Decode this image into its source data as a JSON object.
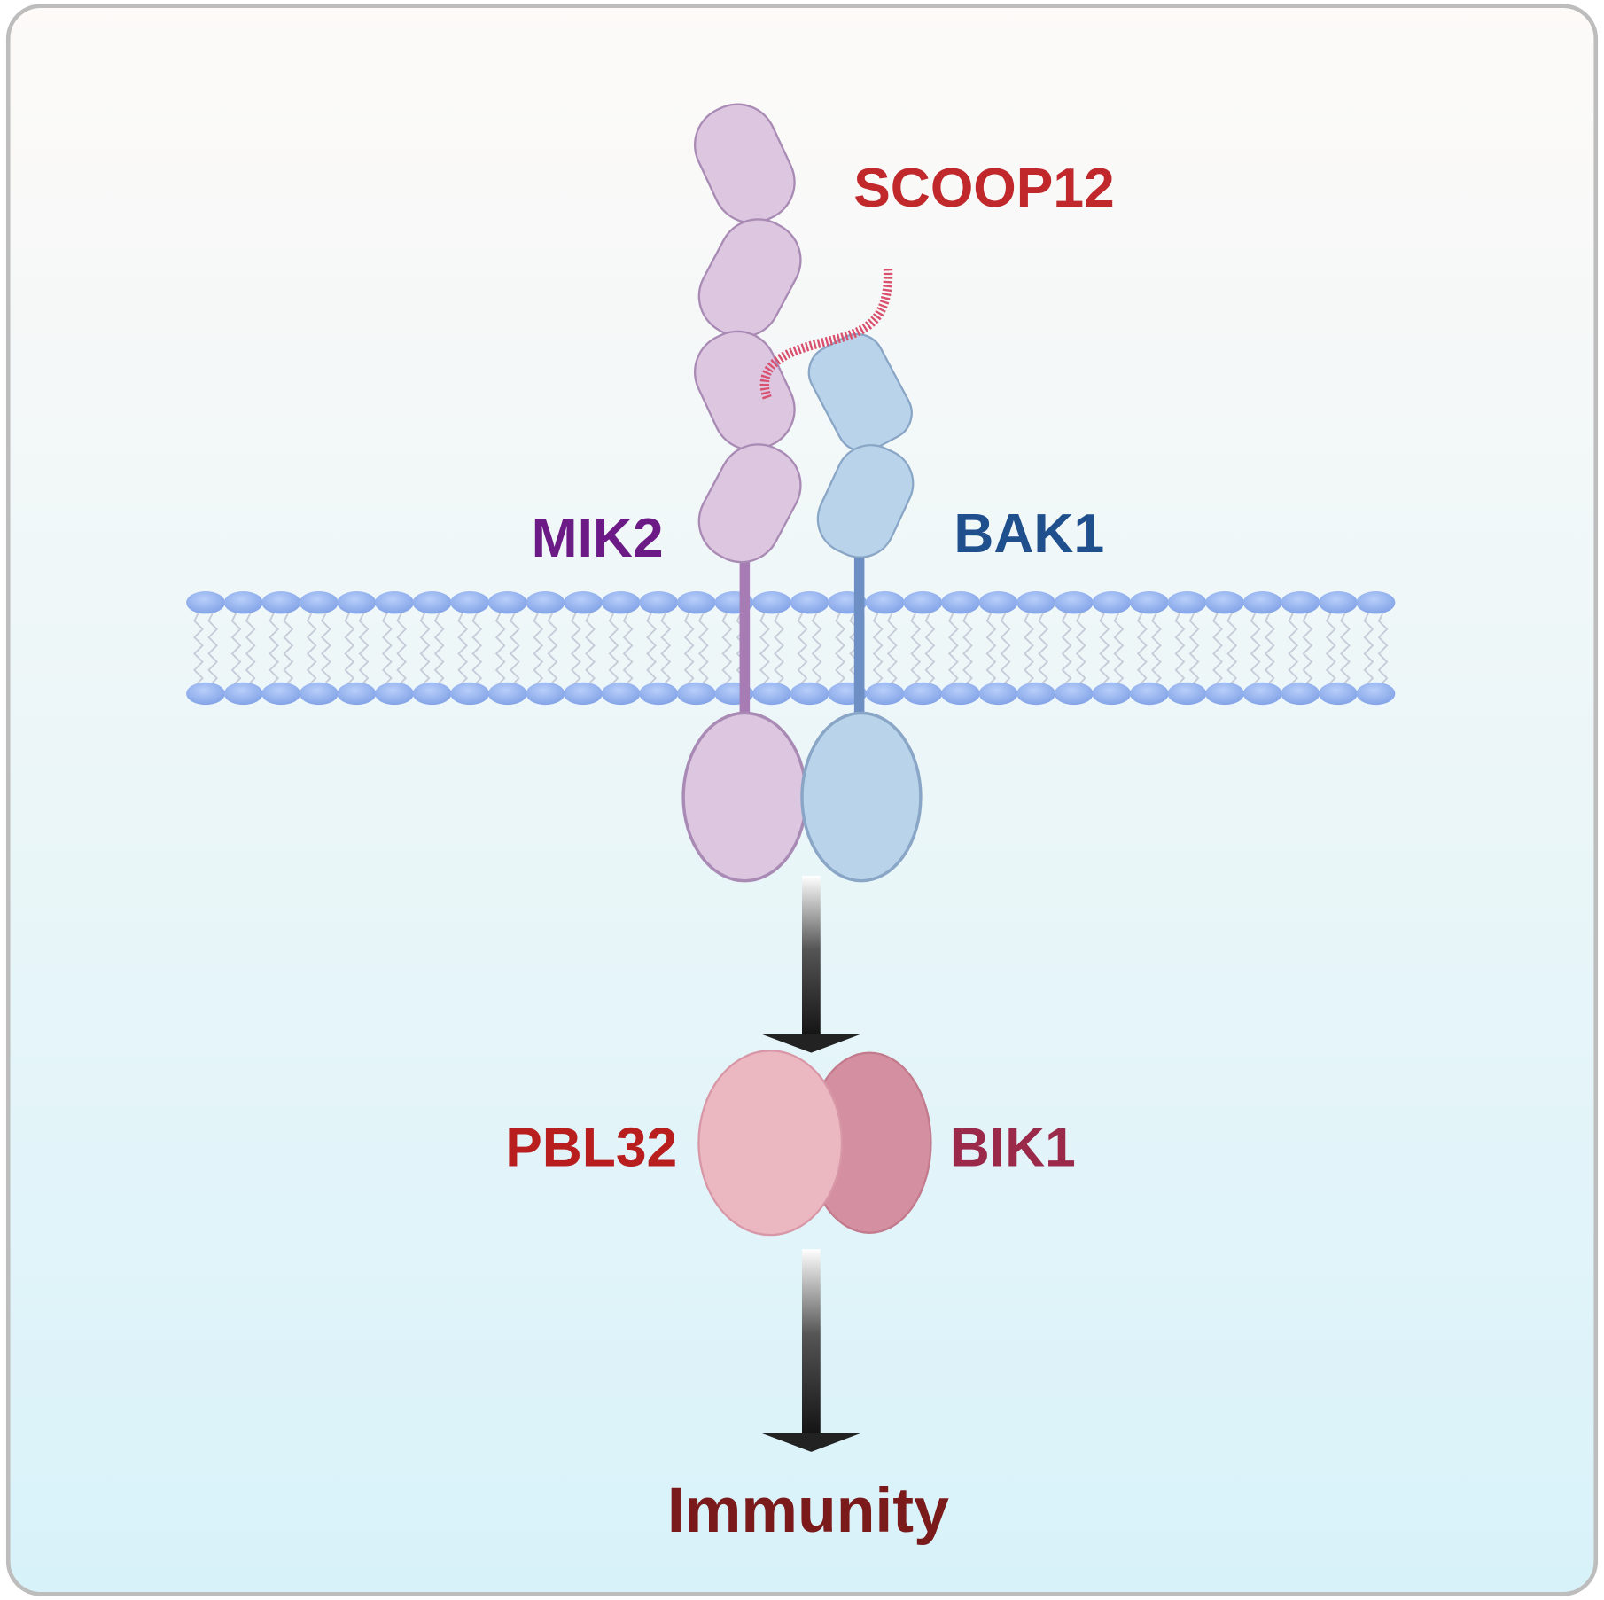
{
  "labels": {
    "ligand": "SCOOP12",
    "receptor": "MIK2",
    "coreceptor": "BAK1",
    "kinase_left": "PBL32",
    "kinase_right": "BIK1",
    "outcome": "Immunity"
  },
  "colors": {
    "ligand": "#c0282c",
    "receptor": "#6b1a86",
    "coreceptor": "#1f4f8c",
    "kinase_left": "#b81e1e",
    "kinase_right": "#9b2a4a",
    "outcome": "#7a1a1a",
    "mik2_fill": "#dcc6e0",
    "bak1_fill": "#b9d3ea",
    "membrane_head": "#8fb0f0"
  }
}
